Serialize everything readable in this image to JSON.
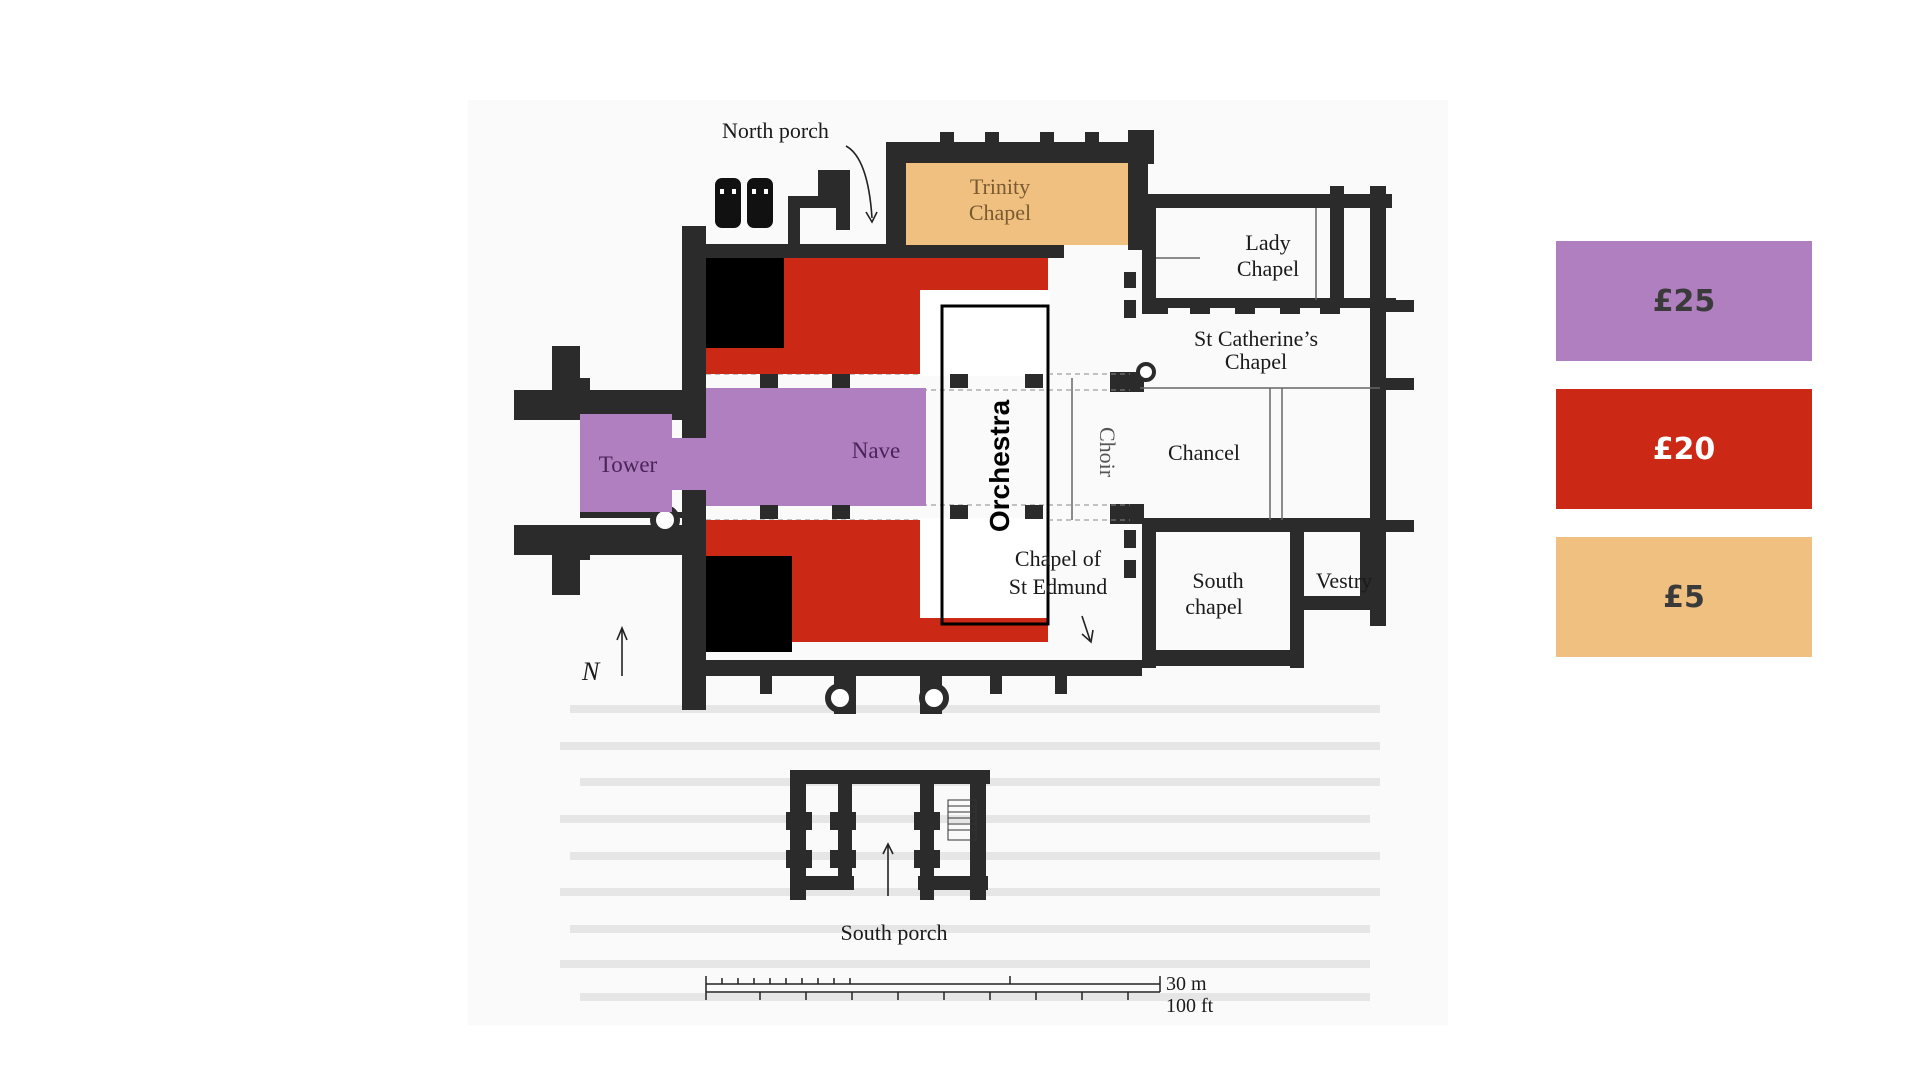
{
  "plan": {
    "labels": {
      "north_porch": "North porch",
      "trinity_l1": "Trinity",
      "trinity_l2": "Chapel",
      "lady_l1": "Lady",
      "lady_l2": "Chapel",
      "catherine_l1": "St Catherine’s",
      "catherine_l2": "Chapel",
      "tower": "Tower",
      "nave": "Nave",
      "orchestra": "Orchestra",
      "choir": "Choir",
      "chancel": "Chancel",
      "edmund_l1": "Chapel of",
      "edmund_l2": "St Edmund",
      "south_chapel_l1": "South",
      "south_chapel_l2": "chapel",
      "vestry": "Vestry",
      "south_porch": "South porch",
      "north_marker": "N",
      "scale_m": "30 m",
      "scale_ft": "100 ft"
    }
  },
  "legend": [
    {
      "price": "£25",
      "color": "#b07fbf"
    },
    {
      "price": "£20",
      "color": "#cc2816"
    },
    {
      "price": "£5",
      "color": "#f0c080"
    }
  ],
  "zones": {
    "premium_color": "#b07fbf",
    "standard_color": "#cc2816",
    "budget_color": "#f0c080"
  }
}
